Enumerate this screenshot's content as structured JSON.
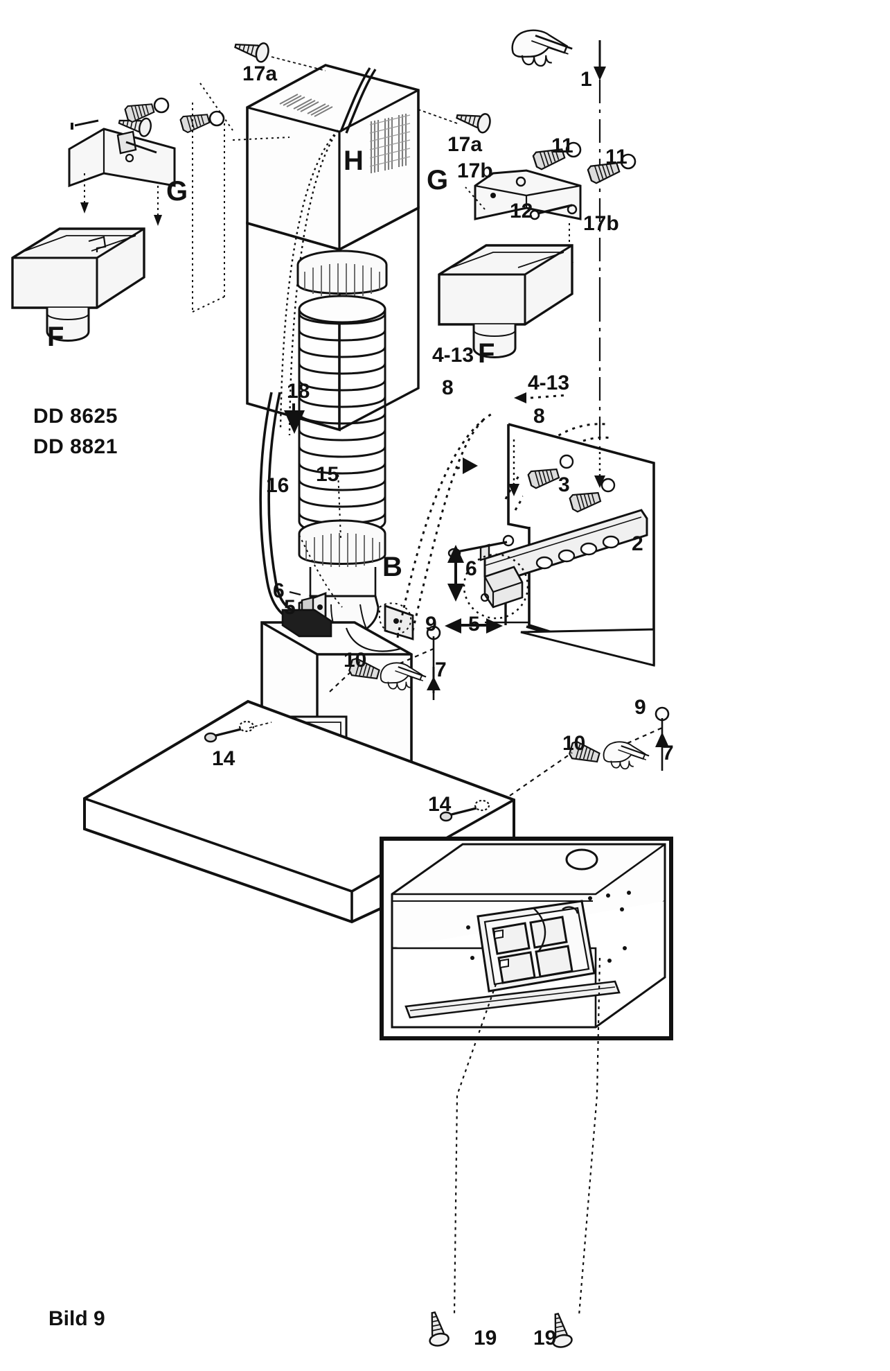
{
  "figure": {
    "caption": "Bild 9",
    "title": "Bild 9",
    "kind": "exploded assembly diagram",
    "line_color": "#111111",
    "fill_color": "#f4f4f4",
    "background": "#ffffff"
  },
  "models": {
    "line1": "DD 8625",
    "line2": "DD 8821"
  },
  "letters": {
    "f_left": "F",
    "f_right": "F",
    "g_left": "G",
    "g_right": "G",
    "h": "H",
    "b": "B"
  },
  "callouts": {
    "c1": "1",
    "c2": "2",
    "c3": "3",
    "c5_left": "5",
    "c5_right": "5",
    "c6_left": "6",
    "c6_right": "6",
    "c7_upper": "7",
    "c7_lower": "7",
    "c8_left": "8",
    "c8_right": "8",
    "c9_upper": "9",
    "c9_lower": "9",
    "c10_upper": "10",
    "c10_lower": "10",
    "c11_left": "11",
    "c11_right": "11",
    "c12": "12",
    "c14_left": "14",
    "c14_right": "14",
    "c15": "15",
    "c16": "16",
    "c17a_left": "17a",
    "c17a_right": "17a",
    "c17b_left": "17b",
    "c17b_right": "17b",
    "c18": "18",
    "c19_left": "19",
    "c19_right": "19",
    "c4_13_left": "4-13",
    "c4_13_right": "4-13"
  },
  "icons": {
    "screw": "screw-icon",
    "wall_plug": "wall-plug-icon",
    "washer": "washer-icon",
    "hand_screwdriver": "hand-with-screwdriver-icon",
    "arrow_down": "arrow-down-icon",
    "arrow_up": "arrow-up-icon",
    "arrow_double_vertical": "double-arrow-vertical-icon",
    "arrow_double_horizontal": "double-arrow-horizontal-icon",
    "flex_duct": "flexible-duct-icon",
    "mount_rail": "mounting-rail-icon",
    "chimney_upper": "chimney-upper-section-icon",
    "chimney_lower": "chimney-lower-section-icon",
    "motor_housing": "motor-housing-icon",
    "hood_body": "hood-body-icon",
    "grease-filter": "grease-filter-icon",
    "recirculation_box": "recirculation-box-icon",
    "centre_line": "centre-line-icon"
  }
}
